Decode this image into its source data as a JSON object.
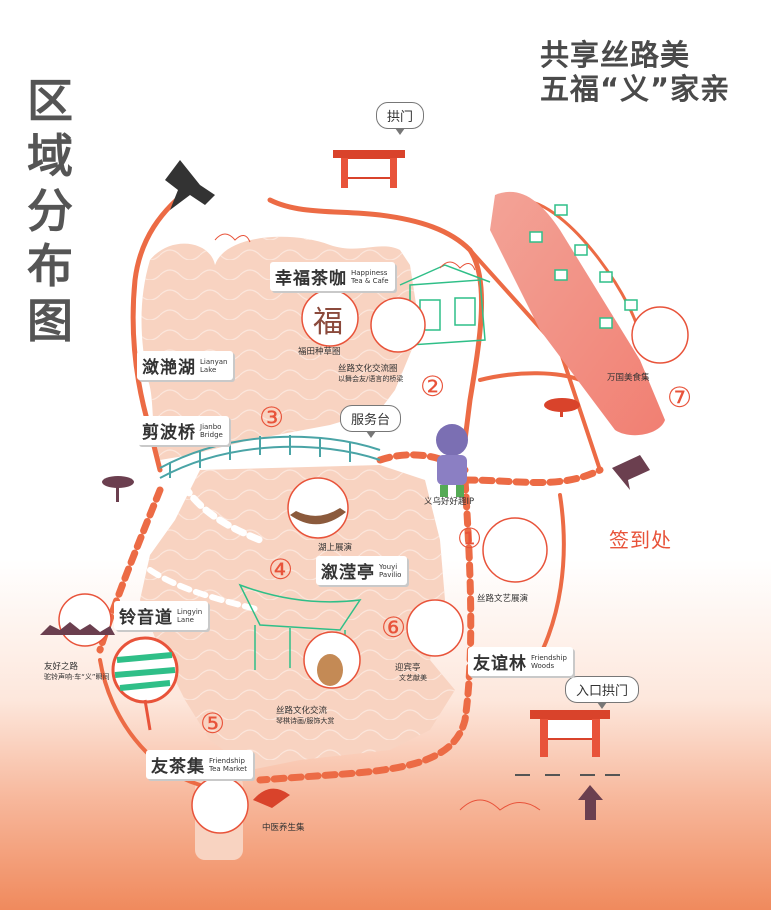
{
  "title": "区域分布图",
  "slogan": {
    "line1": "共享丝路美",
    "line2": "五福“义”家亲"
  },
  "checkin": "签到处",
  "bubbles": {
    "gate_top": "拱门",
    "service": "服务台",
    "entrance": "入口拱门"
  },
  "zones": {
    "happiness": {
      "cn": "幸福茶咖",
      "en1": "Happiness",
      "en2": "Tea & Cafe"
    },
    "lianyan": {
      "cn": "潋滟湖",
      "en1": "Lianyan",
      "en2": "Lake"
    },
    "jianbo": {
      "cn": "剪波桥",
      "en1": "Jianbo",
      "en2": "Bridge"
    },
    "lingyin": {
      "cn": "铃音道",
      "en1": "Lingyin",
      "en2": "Lane"
    },
    "youyi_pavilion": {
      "cn": "溆滢亭",
      "en1": "Youyi",
      "en2": "Pavilio"
    },
    "friendship_woods": {
      "cn": "友谊林",
      "en1": "Friendship",
      "en2": "Woods"
    },
    "tea_market": {
      "cn": "友茶集",
      "en1": "Friendship",
      "en2": "Tea Market"
    }
  },
  "notes": {
    "fu": "福",
    "futian": "福田种草圈",
    "silk_exchange_circle": "丝路文化交流圈",
    "silk_exchange_circle_sub": "以舞会友/语言的桥梁",
    "world_food": "万国美食集",
    "yiwu_ip": "义乌好好趣IP",
    "lake_show": "湖上展演",
    "silk_art_show": "丝路文艺展演",
    "welcome_pavilion": "迎宾亭",
    "welcome_pavilion_sub": "文艺献美",
    "friendship_road": "友好之路",
    "friendship_road_sub": "驼铃声响·车“义”瞬间",
    "silk_exchange": "丝路文化交流",
    "silk_exchange_sub": "琴棋诗画/服饰大赏",
    "tcm": "中医养生集"
  },
  "numbers": [
    "①",
    "②",
    "③",
    "④",
    "⑤",
    "⑥",
    "⑦"
  ],
  "colors": {
    "accent": "#e8533a",
    "land": "#f8d3c1",
    "path": "#ec6b45",
    "teal": "#2fbf88",
    "gate_red": "#d9432b"
  }
}
